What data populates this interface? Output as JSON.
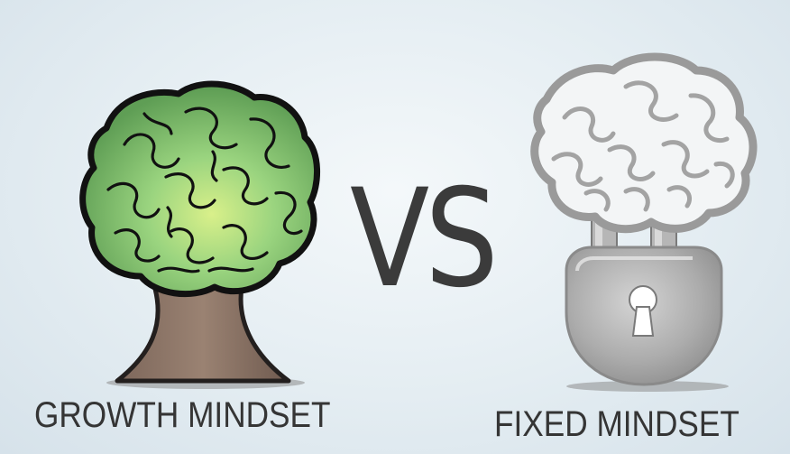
{
  "center_text": "VS",
  "captions": {
    "left": "GROWTH MINDSET",
    "right": "FIXED MINDSET"
  },
  "illustrations": {
    "left": "tree-brain-icon",
    "right": "padlock-brain-icon"
  },
  "colors": {
    "background": "#e4edf2",
    "tree_canopy": "#8fcf7c",
    "tree_trunk": "#8a7466",
    "lock_metal": "#a9a9a9",
    "text": "#353535"
  }
}
